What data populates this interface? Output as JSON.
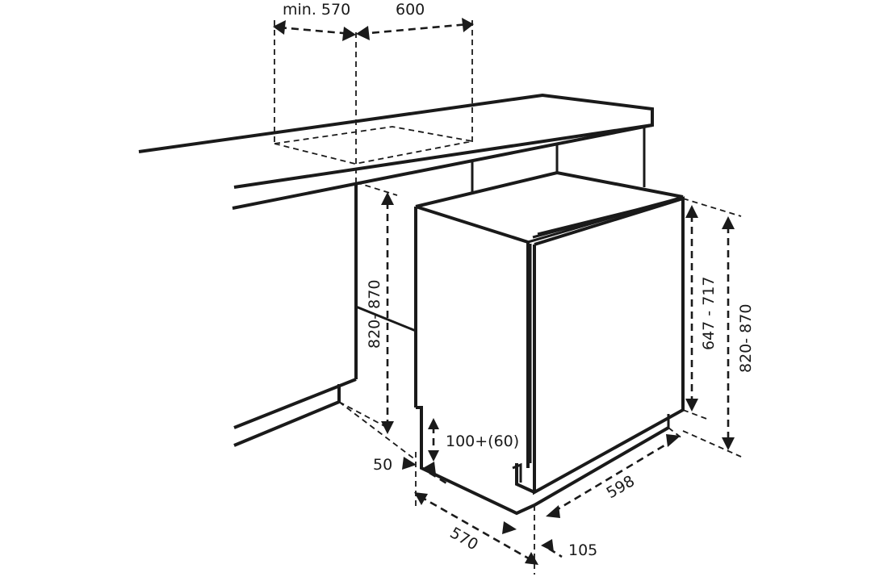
{
  "labels": {
    "min_width": "min. 570",
    "width_top": "600",
    "niche_height": "820- 870",
    "door_height": "647 - 717",
    "total_height": "820- 870",
    "plinth": "100+(60)",
    "gap_50": "50",
    "appliance_width": "598",
    "depth": "570",
    "offset_105": "105"
  }
}
